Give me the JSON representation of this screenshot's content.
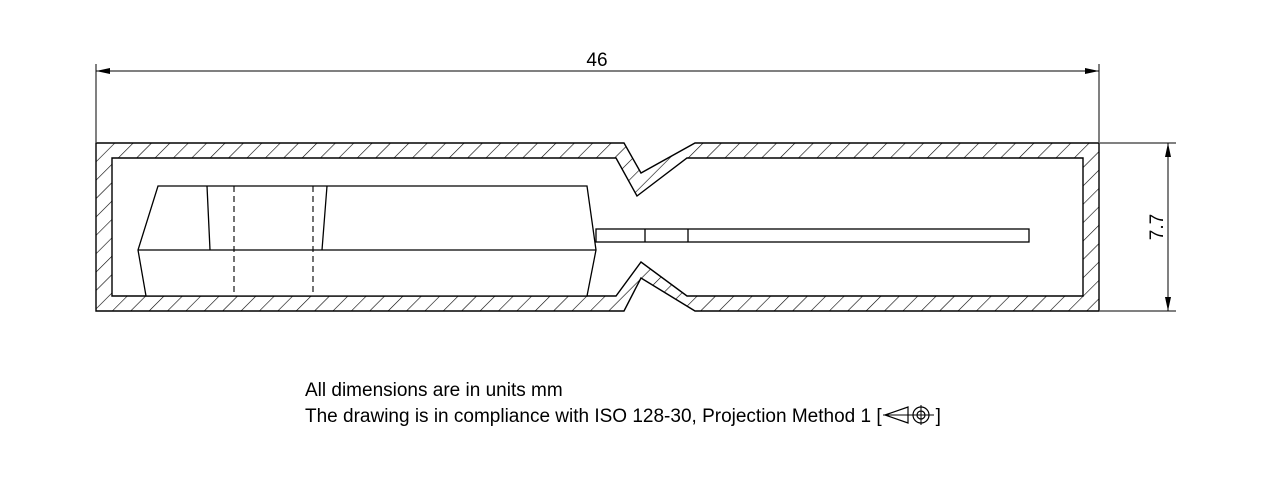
{
  "dimensions": {
    "overall_length": "46",
    "overall_height": "7.7"
  },
  "notes": {
    "units_line": "All dimensions are in units mm",
    "compliance_prefix": "The drawing is in compliance with ISO 128-30, Projection Method 1 [",
    "compliance_suffix": "]"
  },
  "symbols": {
    "projection_method": "first-angle-projection-icon"
  },
  "colors": {
    "line": "#000000",
    "background": "#ffffff"
  }
}
